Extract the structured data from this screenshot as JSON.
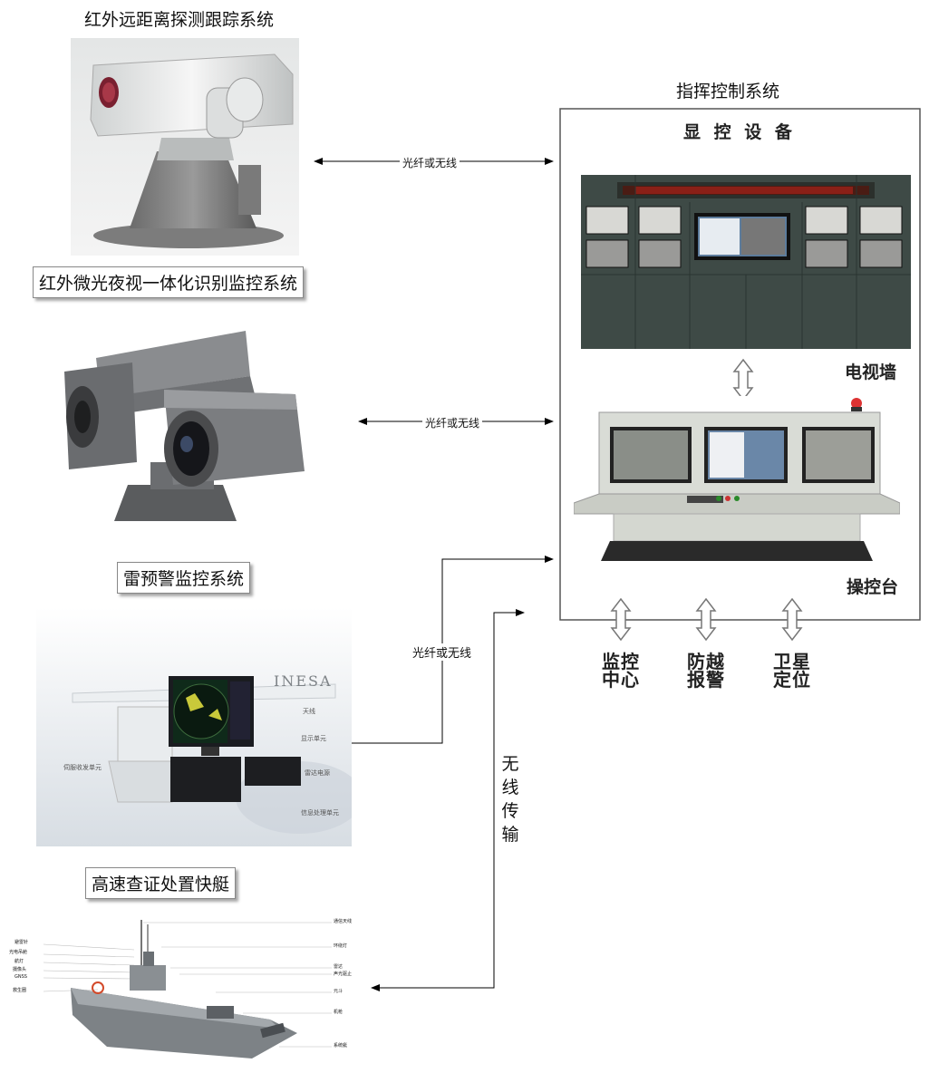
{
  "labels": {
    "ir_tracking": "红外远距离探测跟踪系统",
    "ir_lowlight": "红外微光夜视一体化识别监控系统",
    "radar": "雷预警监控系统",
    "boat": "高速查证处置快艇",
    "command": "指挥控制系统"
  },
  "links": {
    "link1": "光纤或无线",
    "link2": "光纤或无线",
    "link3": "光纤或无线",
    "wireless": [
      "无",
      "线",
      "传",
      "输"
    ]
  },
  "command_panel": {
    "display_equipment": "显 控 设 备",
    "tv_wall": "电视墙",
    "console": "操控台",
    "bottom": [
      {
        "line1": "监控",
        "line2": "中心"
      },
      {
        "line1": "防越",
        "line2": "报警"
      },
      {
        "line1": "卫星",
        "line2": "定位"
      }
    ]
  },
  "radar_image": {
    "brand": "INESA",
    "callouts": [
      "天线",
      "显示单元",
      "伺服收发单元",
      "雷达电源",
      "信息处理单元"
    ]
  },
  "boat_image": {
    "left_callouts": [
      "避雷针",
      "光电吊舱",
      "航灯",
      "摄像头",
      "GNSS",
      "救生圈"
    ],
    "right_callouts": [
      "通信天线",
      "环绕灯",
      "雷达",
      "声光驱止",
      "元斗",
      "机枪",
      "系统艇"
    ]
  },
  "colors": {
    "arrow": "#000000",
    "wall_panel": "#3e4a46",
    "console_body": "#d9dcd6",
    "led_text": "#c0241a"
  }
}
